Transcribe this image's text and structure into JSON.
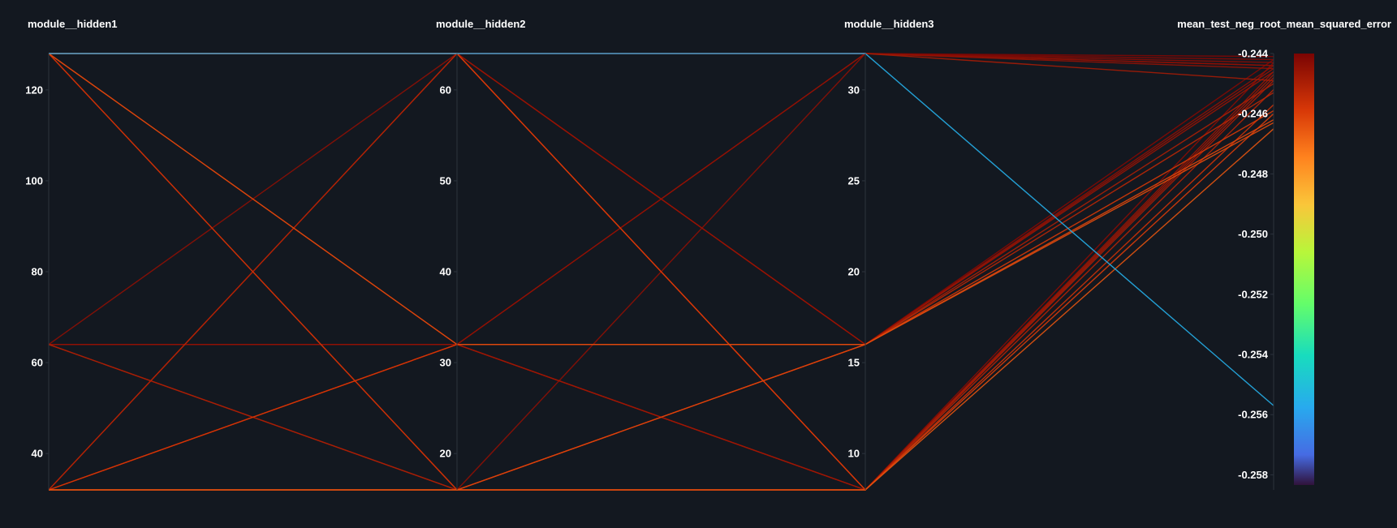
{
  "chart_data": {
    "type": "parallel_coordinates",
    "dimensions": [
      {
        "name": "module__hidden1",
        "range": [
          32,
          128
        ],
        "ticks": [
          40,
          60,
          80,
          100,
          120
        ],
        "tick_labels": [
          "40",
          "60",
          "80",
          "100",
          "120"
        ]
      },
      {
        "name": "module__hidden2",
        "range": [
          16,
          64
        ],
        "ticks": [
          20,
          30,
          40,
          50,
          60
        ],
        "tick_labels": [
          "20",
          "30",
          "40",
          "50",
          "60"
        ]
      },
      {
        "name": "module__hidden3",
        "range": [
          8,
          32
        ],
        "ticks": [
          10,
          15,
          20,
          25,
          30
        ],
        "tick_labels": [
          "10",
          "15",
          "20",
          "25",
          "30"
        ]
      },
      {
        "name": "mean_test_neg_root_mean_squared_error",
        "range": [
          -0.2585,
          -0.244
        ],
        "ticks": [
          -0.244,
          -0.246,
          -0.248,
          -0.25,
          -0.252,
          -0.254,
          -0.256,
          -0.258
        ],
        "tick_labels": [
          "-0.244",
          "-0.246",
          "-0.248",
          "-0.250",
          "-0.252",
          "-0.254",
          "-0.256",
          "-0.258"
        ]
      }
    ],
    "colorbar": {
      "min": -0.2585,
      "max": -0.244,
      "colorscale": "turbo"
    },
    "lines": [
      [
        128,
        64,
        32,
        -0.2441
      ],
      [
        128,
        64,
        8,
        -0.246
      ],
      [
        128,
        32,
        16,
        -0.2463
      ],
      [
        128,
        32,
        8,
        -0.2446
      ],
      [
        128,
        16,
        16,
        -0.2453
      ],
      [
        128,
        16,
        8,
        -0.2457
      ],
      [
        64,
        64,
        16,
        -0.2444
      ],
      [
        64,
        32,
        32,
        -0.2442
      ],
      [
        64,
        32,
        16,
        -0.2445
      ],
      [
        64,
        16,
        16,
        -0.245
      ],
      [
        64,
        16,
        8,
        -0.2448
      ],
      [
        64,
        32,
        8,
        -0.2443
      ],
      [
        32,
        64,
        32,
        -0.2449
      ],
      [
        32,
        64,
        8,
        -0.2452
      ],
      [
        32,
        32,
        32,
        -0.2445
      ],
      [
        32,
        32,
        16,
        -0.2459
      ],
      [
        32,
        16,
        32,
        -0.2444
      ],
      [
        32,
        16,
        16,
        -0.2462
      ],
      [
        32,
        16,
        8,
        -0.2465
      ],
      [
        32,
        32,
        8,
        -0.2447
      ],
      [
        128,
        64,
        32,
        -0.2443
      ],
      [
        128,
        64,
        16,
        -0.2442
      ],
      [
        128,
        64,
        32,
        -0.2444
      ],
      [
        128,
        64,
        16,
        -0.2446
      ],
      [
        128,
        64,
        8,
        -0.2449
      ],
      [
        128,
        64,
        32,
        -0.2557
      ]
    ]
  }
}
